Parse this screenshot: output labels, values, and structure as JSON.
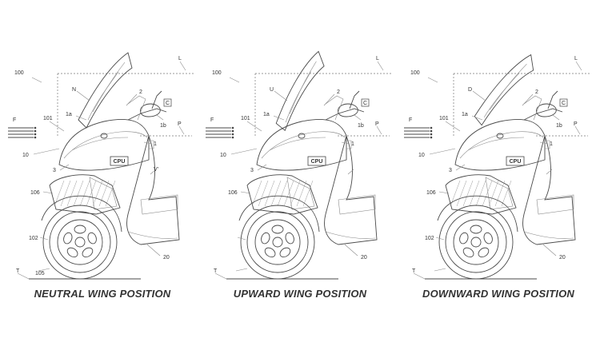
{
  "panels": [
    {
      "caption": "NEUTRAL WING POSITION",
      "wing_label": "N",
      "labels": {
        "ref_100": "100",
        "ref_L": "L",
        "ref_N": "N",
        "ref_2": "2",
        "ref_C": "C",
        "ref_1a": "1a",
        "ref_1b": "1b",
        "ref_F": "F",
        "ref_101": "101",
        "ref_P": "P",
        "ref_1": "1",
        "ref_10": "10",
        "ref_3": "3",
        "cpu": "CPU",
        "ref_V": "V'",
        "ref_106": "106",
        "ref_102": "102",
        "ref_20": "20",
        "ref_T": "T",
        "ref_105": "105"
      }
    },
    {
      "caption": "UPWARD WING POSITION",
      "wing_label": "U",
      "labels": {
        "ref_100": "100",
        "ref_L": "L",
        "ref_N": "U",
        "ref_2": "2",
        "ref_C": "C",
        "ref_1a": "1a",
        "ref_1b": "1b",
        "ref_F": "F",
        "ref_101": "101",
        "ref_P": "P",
        "ref_1": "1",
        "ref_10": "10",
        "ref_3": "3",
        "cpu": "CPU",
        "ref_V": "",
        "ref_106": "106",
        "ref_102": "",
        "ref_20": "20",
        "ref_T": "T",
        "ref_105": ""
      }
    },
    {
      "caption": "DOWNWARD WING POSITION",
      "wing_label": "D",
      "labels": {
        "ref_100": "100",
        "ref_L": "L",
        "ref_N": "D",
        "ref_2": "2",
        "ref_C": "C",
        "ref_1a": "1a",
        "ref_1b": "1b",
        "ref_F": "F",
        "ref_101": "101",
        "ref_P": "P",
        "ref_1": "1",
        "ref_10": "10",
        "ref_3": "3",
        "cpu": "CPU",
        "ref_V": "",
        "ref_106": "106",
        "ref_102": "102",
        "ref_20": "20",
        "ref_T": "T",
        "ref_105": ""
      }
    }
  ]
}
